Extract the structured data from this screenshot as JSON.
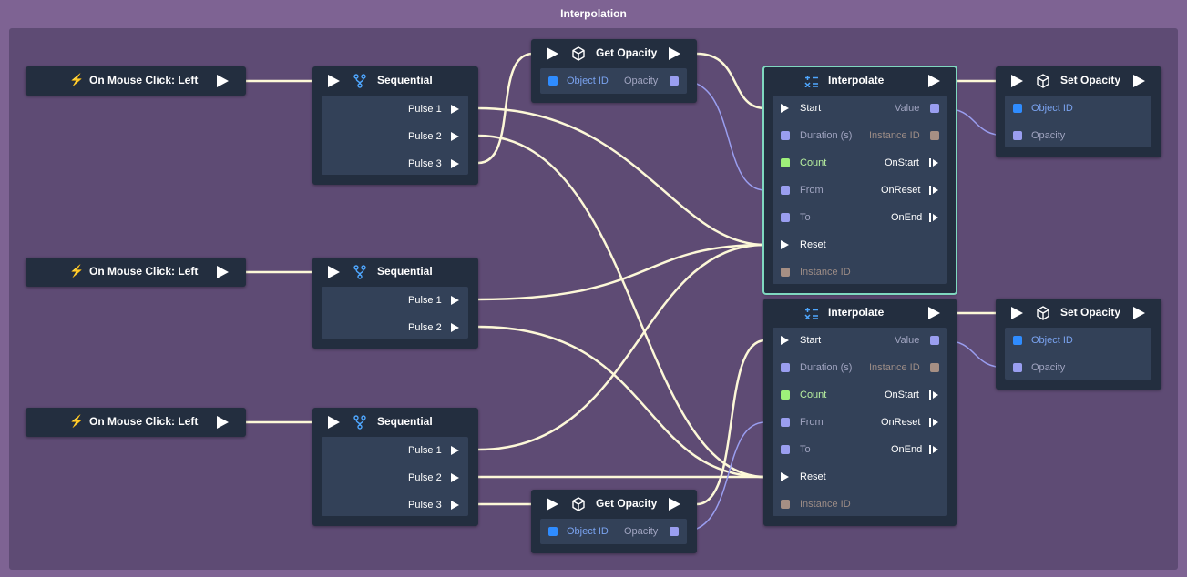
{
  "window": {
    "title": "Interpolation"
  },
  "events": [
    {
      "label": "On Mouse Click: Left",
      "icon": "lightning-bolt-icon"
    },
    {
      "label": "On Mouse Click: Left",
      "icon": "lightning-bolt-icon"
    },
    {
      "label": "On Mouse Click: Left",
      "icon": "lightning-bolt-icon"
    }
  ],
  "sequentials": [
    {
      "title": "Sequential",
      "icon": "branch-icon",
      "outputs": [
        "Pulse 1",
        "Pulse 2",
        "Pulse 3"
      ]
    },
    {
      "title": "Sequential",
      "icon": "branch-icon",
      "outputs": [
        "Pulse 1",
        "Pulse 2"
      ]
    },
    {
      "title": "Sequential",
      "icon": "branch-icon",
      "outputs": [
        "Pulse 1",
        "Pulse 2",
        "Pulse 3"
      ]
    }
  ],
  "get_opacity": [
    {
      "title": "Get Opacity",
      "icon": "cube-icon",
      "input": "Object ID",
      "output": "Opacity"
    },
    {
      "title": "Get Opacity",
      "icon": "cube-icon",
      "input": "Object ID",
      "output": "Opacity"
    }
  ],
  "interpolate": [
    {
      "title": "Interpolate",
      "icon": "math-ops-icon",
      "selected": true,
      "inputs": [
        "Start",
        "Duration (s)",
        "Count",
        "From",
        "To",
        "Reset",
        "Instance ID"
      ],
      "outputs": [
        "Value",
        "Instance ID",
        "OnStart",
        "OnReset",
        "OnEnd"
      ]
    },
    {
      "title": "Interpolate",
      "icon": "math-ops-icon",
      "selected": false,
      "inputs": [
        "Start",
        "Duration (s)",
        "Count",
        "From",
        "To",
        "Reset",
        "Instance ID"
      ],
      "outputs": [
        "Value",
        "Instance ID",
        "OnStart",
        "OnReset",
        "OnEnd"
      ]
    }
  ],
  "set_opacity": [
    {
      "title": "Set Opacity",
      "icon": "cube-icon",
      "inputs": [
        "Object ID",
        "Opacity"
      ]
    },
    {
      "title": "Set Opacity",
      "icon": "cube-icon",
      "inputs": [
        "Object ID",
        "Opacity"
      ]
    }
  ],
  "colors": {
    "frame": "#7e6393",
    "canvas": "#5e4b74",
    "node": "#232e3f",
    "node_body": "#334158",
    "exec_wire": "#fdf8d8",
    "data_wire": "#9a9ef0",
    "selected_outline": "#7fd8c0"
  }
}
